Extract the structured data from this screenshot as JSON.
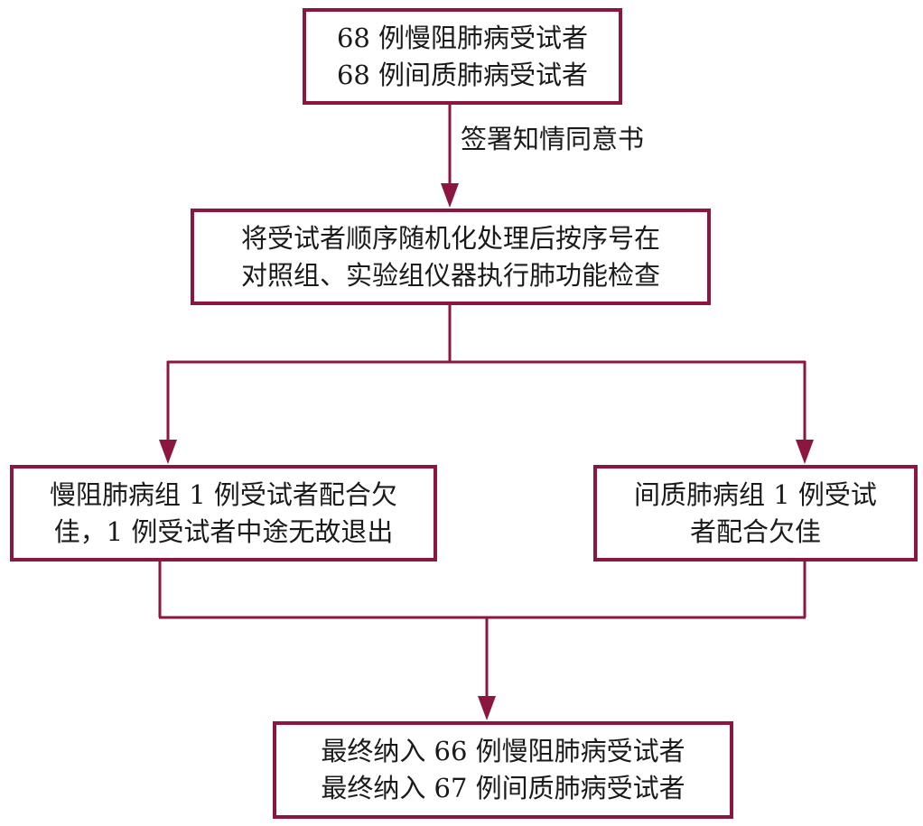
{
  "diagram": {
    "type": "flowchart",
    "accent_color": "#8c1640",
    "nodes": {
      "start": {
        "lines": [
          "68 例慢阻肺病受试者",
          "68 例间质肺病受试者"
        ]
      },
      "randomize": {
        "lines": [
          "将受试者顺序随机化处理后按序号在",
          "对照组、实验组仪器执行肺功能检查"
        ]
      },
      "copd_group": {
        "lines": [
          "慢阻肺病组 1 例受试者配合欠",
          "佳，1 例受试者中途无故退出"
        ]
      },
      "ild_group": {
        "lines": [
          "间质肺病组 1 例受试",
          "者配合欠佳"
        ]
      },
      "final": {
        "lines": [
          "最终纳入 66 例慢阻肺病受试者",
          "最终纳入 67 例间质肺病受试者"
        ]
      }
    },
    "edges": [
      {
        "from": "start",
        "to": "randomize",
        "label": "签署知情同意书"
      },
      {
        "from": "randomize",
        "to": "copd_group",
        "label": ""
      },
      {
        "from": "randomize",
        "to": "ild_group",
        "label": ""
      },
      {
        "from": "copd_group",
        "to": "final",
        "label": ""
      },
      {
        "from": "ild_group",
        "to": "final",
        "label": ""
      }
    ]
  }
}
